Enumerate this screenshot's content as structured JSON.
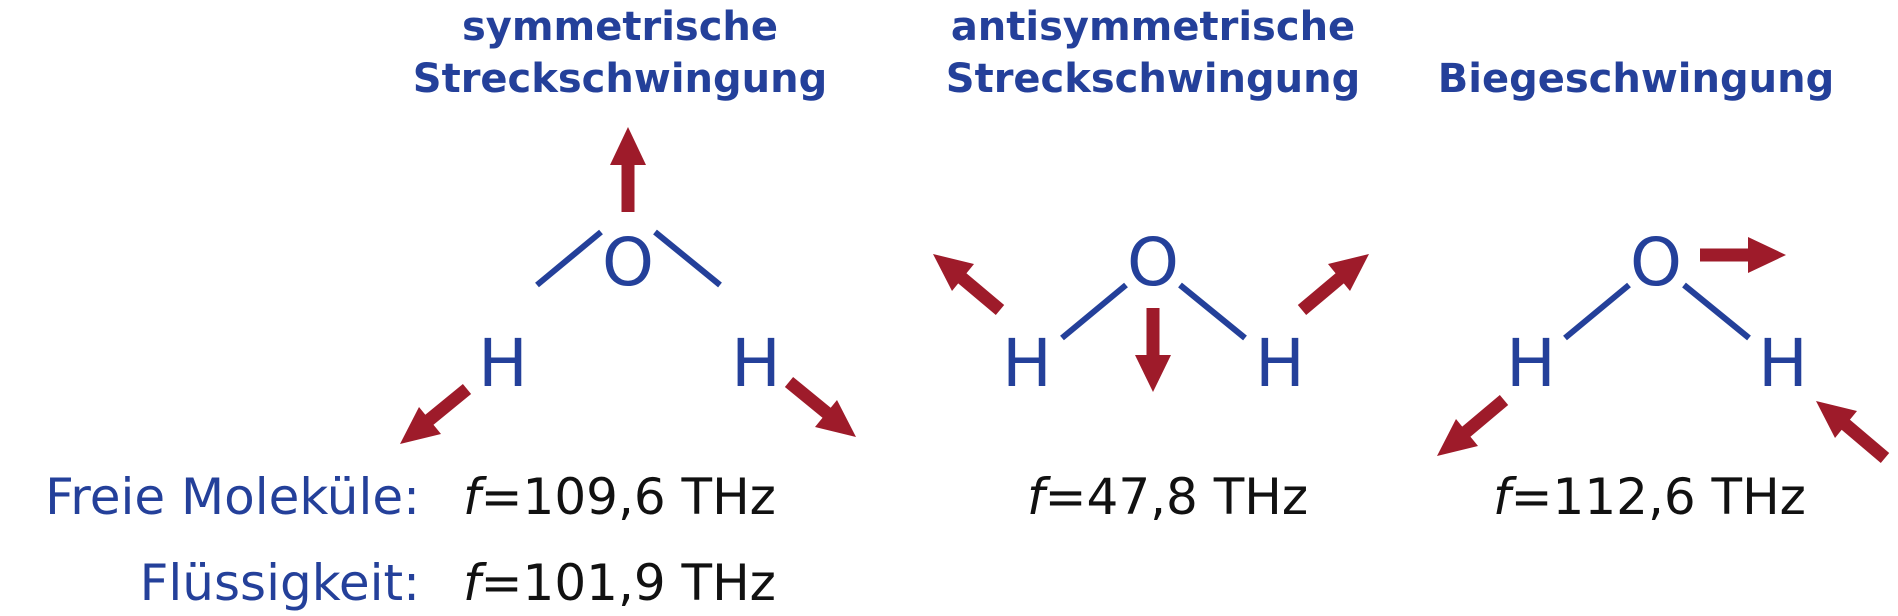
{
  "colors": {
    "molecule": "#24409a",
    "arrow": "#9e1b2a",
    "frequency": "#111111"
  },
  "modes": [
    {
      "title_line1": "symmetrische",
      "title_line2": "Streckschwingung",
      "atom_o": "O",
      "atom_h_left": "H",
      "atom_h_right": "H",
      "freq_symbol": "f",
      "freq_free": "=109,6 THz",
      "freq_liquid": "=101,9 THz"
    },
    {
      "title_line1": "antisymmetrische",
      "title_line2": "Streckschwingung",
      "atom_o": "O",
      "atom_h_left": "H",
      "atom_h_right": "H",
      "freq_symbol": "f",
      "freq_free": "=47,8 THz"
    },
    {
      "title_line1": "Biegeschwingung",
      "atom_o": "O",
      "atom_h_left": "H",
      "atom_h_right": "H",
      "freq_symbol": "f",
      "freq_free": "=112,6 THz"
    }
  ],
  "row_labels": {
    "free": "Freie Moleküle:",
    "liquid": "Flüssigkeit:"
  }
}
